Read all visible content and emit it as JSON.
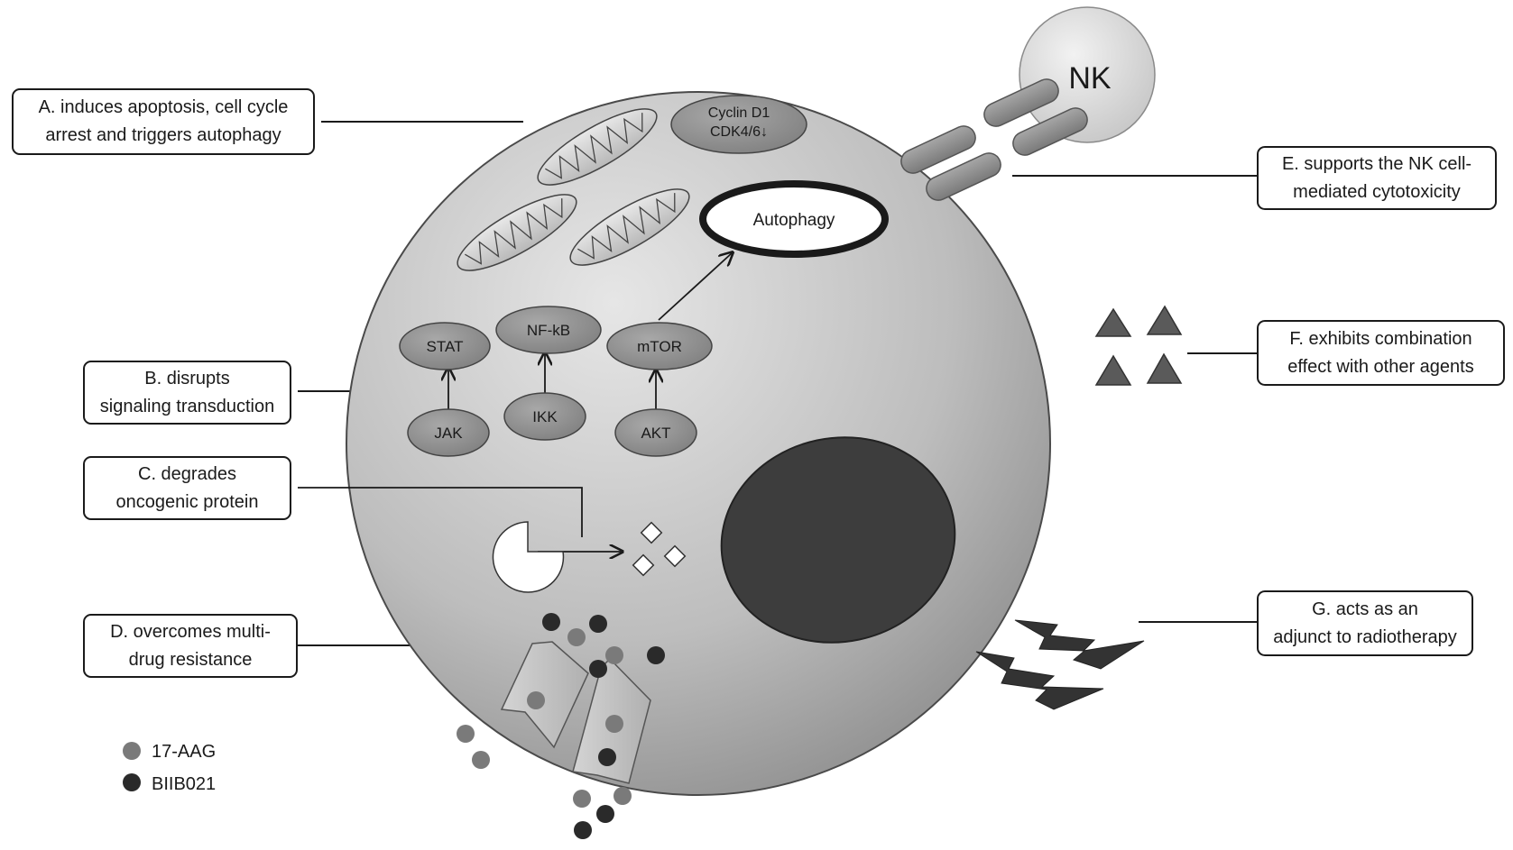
{
  "boxes": {
    "a": {
      "line1": "A. induces apoptosis, cell cycle",
      "line2": "arrest and triggers autophagy"
    },
    "b": {
      "line1": "B. disrupts",
      "line2": "signaling transduction"
    },
    "c": {
      "line1": "C. degrades",
      "line2": "oncogenic protein"
    },
    "d": {
      "line1": "D. overcomes multi-",
      "line2": "drug resistance"
    },
    "e": {
      "line1": "E. supports the NK cell-",
      "line2": "mediated cytotoxicity"
    },
    "f": {
      "line1": "F. exhibits  combination",
      "line2": "effect with other agents"
    },
    "g": {
      "line1": "G. acts as an",
      "line2": "adjunct to radiotherapy"
    }
  },
  "cell": {
    "cyclin_line1": "Cyclin D1",
    "cyclin_line2": "CDK4/6↓",
    "autophagy": "Autophagy",
    "nk": "NK",
    "pathways": {
      "stat": "STAT",
      "jak": "JAK",
      "nfkb": "NF-kB",
      "ikk": "IKK",
      "mtor": "mTOR",
      "akt": "AKT"
    }
  },
  "legend": {
    "aag": {
      "label": "17-AAG",
      "color": "#7a7a7a"
    },
    "biib": {
      "label": "BIIB021",
      "color": "#2a2a2a"
    }
  },
  "colors": {
    "cell_fill_light": "#e4e4e4",
    "cell_fill_dark": "#8e8e8e",
    "nucleus": "#3d3d3d",
    "oval": "#8c8c8c",
    "triangle": "#5a5a5a",
    "bolt": "#333333"
  }
}
